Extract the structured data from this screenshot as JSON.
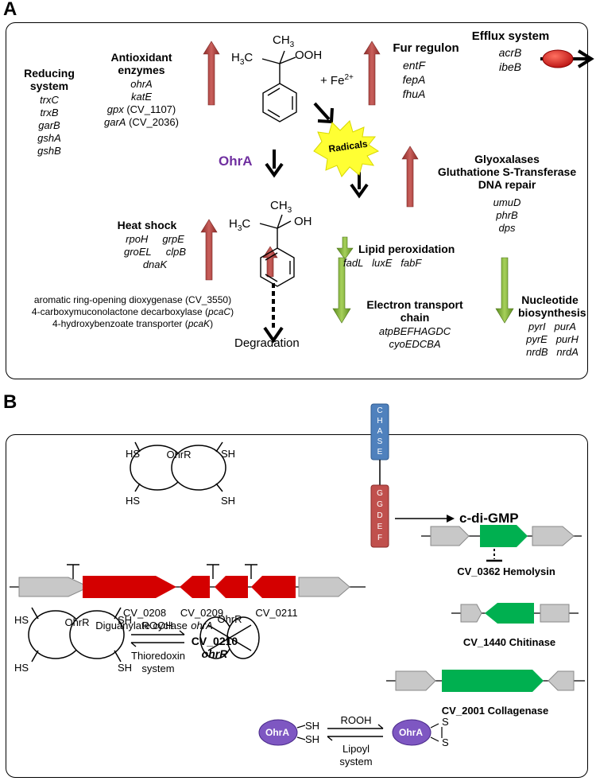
{
  "panel_a": {
    "letter": "A",
    "reducing": {
      "title": [
        "Reducing",
        "system"
      ],
      "genes": [
        "trxC",
        "trxB",
        "garB",
        "gshA",
        "gshB"
      ]
    },
    "antioxidant": {
      "title": [
        "Antioxidant",
        "enzymes"
      ],
      "gene1": "ohrA",
      "gene2": "katE",
      "gene3": "gpx",
      "gene3_id": " (CV_1107)",
      "gene4": "garA",
      "gene4_id": " (CV_2036)"
    },
    "chem": {
      "ch3": "CH3",
      "h3c": "H3C",
      "ooh": "OOH",
      "oh": "OH",
      "fe": "+ Fe2+"
    },
    "fur": {
      "title": "Fur regulon",
      "genes": [
        "entF",
        "fepA",
        "fhuA"
      ]
    },
    "efflux": {
      "title": "Efflux system",
      "genes": [
        "acrB",
        "ibeB"
      ]
    },
    "ohra_label": "OhrA",
    "radicals": "Radicals",
    "glyox": {
      "title": [
        "Glyoxalases",
        "Gluthatione S-Transferase",
        "DNA repair"
      ],
      "genes": [
        "umuD",
        "phrB",
        "dps"
      ]
    },
    "heat": {
      "title": "Heat shock",
      "row1": [
        "rpoH",
        "grpE"
      ],
      "row2": [
        "groEL",
        "clpB"
      ],
      "row3": "dnaK"
    },
    "lipid": {
      "title": "Lipid peroxidation",
      "genes": [
        "fadL",
        "luxE",
        "fabF"
      ]
    },
    "aromatic": {
      "line1": "aromatic ring-opening dioxygenase (CV_3550)",
      "line2_a": "4-carboxymuconolactone decarboxylase (",
      "line2_g": "pcaC",
      "line2_b": ")",
      "line3_a": "4-hydroxybenzoate transporter (",
      "line3_g": "pcaK",
      "line3_b": ")"
    },
    "degradation": "Degradation",
    "etc": {
      "title": [
        "Electron transport",
        "chain"
      ],
      "genes": [
        "atpBEFHAGDC",
        "cyoEDCBA"
      ]
    },
    "nucleo": {
      "title": [
        "Nucleotide",
        "biosynthesis"
      ],
      "row1": [
        "pyrI",
        "purA"
      ],
      "row2": [
        "pyrE",
        "purH"
      ],
      "row3": [
        "nrdB",
        "nrdA"
      ]
    }
  },
  "panel_b": {
    "letter": "B",
    "chase_letters": [
      "C",
      "H",
      "A",
      "S",
      "E"
    ],
    "ggdef_letters": [
      "G",
      "G",
      "D",
      "E",
      "F"
    ],
    "cdigmp": "c-di-GMP",
    "ohrr": "OhrR",
    "hs": "HS",
    "sh": "SH",
    "gene_labels": {
      "cv0208": "CV_0208",
      "cv0208_desc": "Diguanylate cyclase",
      "cv0209": "CV_0209",
      "cv0209_gene": "ohrA",
      "cv0211": "CV_0211",
      "cv0210": "CV_0210",
      "cv0210_gene": "ohrR"
    },
    "targets": [
      "CV_0362 Hemolysin",
      "CV_1440 Chitinase",
      "CV_2001 Collagenase"
    ],
    "rooh": "ROOH",
    "thio": [
      "Thioredoxin",
      "system"
    ],
    "ohra": "OhrA",
    "s": "S",
    "lipoyl": [
      "Lipoyl",
      "system"
    ]
  },
  "colors": {
    "red_gene": "#d40000",
    "green_gene": "#00b050",
    "grey_gene": "#c8c8c8",
    "up_arrow": "#c0504d",
    "down_arrow": "#7cb342",
    "ohra_purple": "#7030a0",
    "chase_blue": "#4f81bd",
    "ggdef_red": "#c0504d",
    "radicals_yellow": "#ffff33"
  },
  "icons": [
    "up-arrow-icon",
    "down-arrow-icon",
    "burst-icon",
    "pump-icon",
    "benzene-ring-icon"
  ]
}
